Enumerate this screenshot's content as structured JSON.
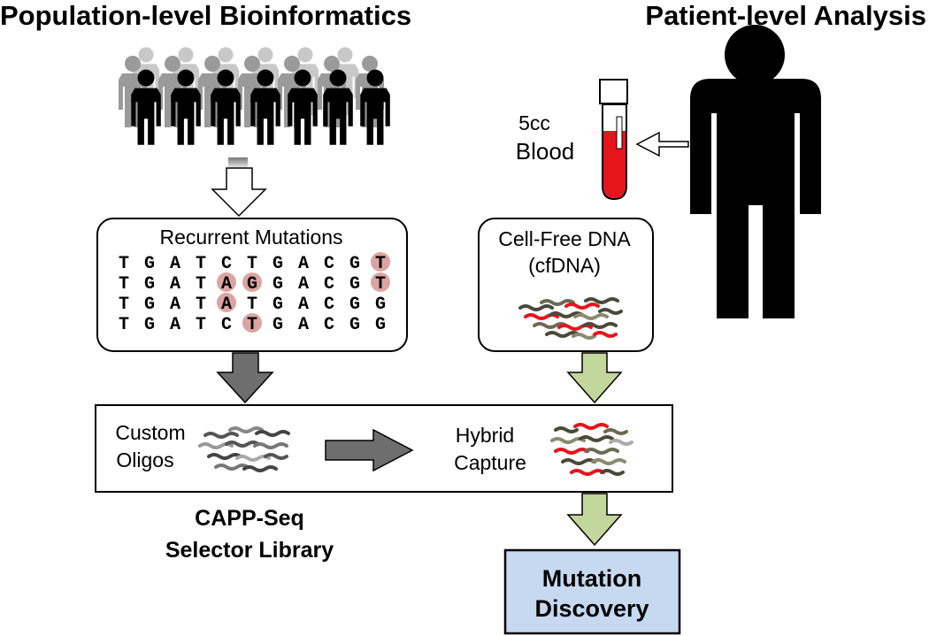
{
  "headers": {
    "left": "Population-level Bioinformatics",
    "right": "Patient-level Analysis"
  },
  "blood": {
    "volume": "5cc",
    "label": "Blood"
  },
  "recurrent": {
    "title": "Recurrent Mutations",
    "rows": [
      [
        "T",
        "G",
        "A",
        "T",
        "C",
        "T",
        "G",
        "A",
        "C",
        "G",
        "T"
      ],
      [
        "T",
        "G",
        "A",
        "T",
        "A",
        "G",
        "G",
        "A",
        "C",
        "G",
        "T"
      ],
      [
        "T",
        "G",
        "A",
        "T",
        "A",
        "T",
        "G",
        "A",
        "C",
        "G",
        "G"
      ],
      [
        "T",
        "G",
        "A",
        "T",
        "C",
        "T",
        "G",
        "A",
        "C",
        "G",
        "G"
      ]
    ],
    "highlights": [
      [
        0,
        10
      ],
      [
        1,
        4
      ],
      [
        1,
        5
      ],
      [
        1,
        10
      ],
      [
        2,
        4
      ],
      [
        3,
        5
      ]
    ]
  },
  "cfdna": {
    "line1": "Cell-Free DNA",
    "line2": "(cfDNA)"
  },
  "capture": {
    "oligos1": "Custom",
    "oligos2": "Oligos",
    "hybrid1": "Hybrid",
    "hybrid2": "Capture"
  },
  "library": {
    "line1": "CAPP-Seq",
    "line2": "Selector Library"
  },
  "discovery": {
    "line1": "Mutation",
    "line2": "Discovery"
  },
  "colors": {
    "highlight": "#dba4a2",
    "blood": "#e8141c",
    "grey_arrow": "#6e6e6e",
    "green_arrow": "#c3d69b",
    "discovery_fill": "#c6d9f1",
    "dark_strand": "#4a4a3a",
    "red_strand": "#e8141c"
  }
}
